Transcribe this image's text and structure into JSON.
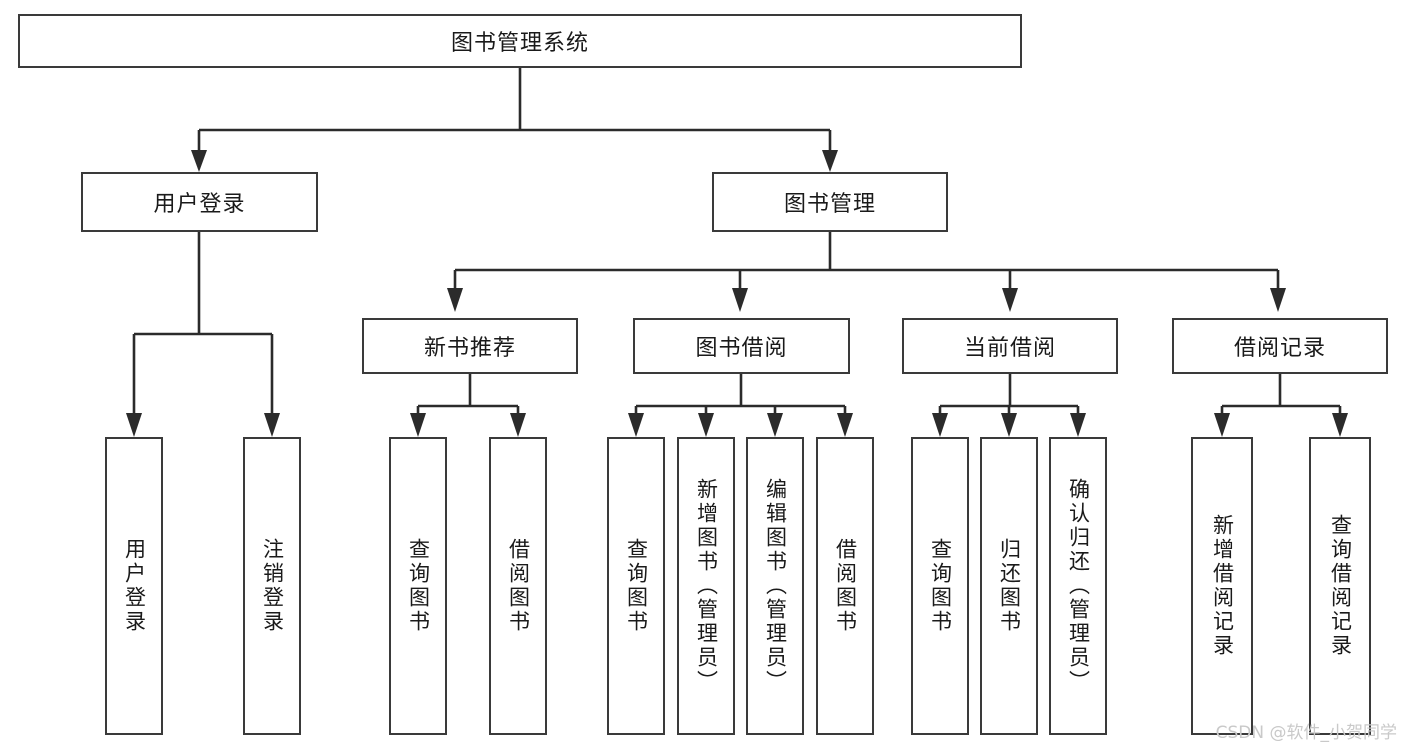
{
  "diagram": {
    "type": "tree-hierarchy",
    "root": {
      "label": "图书管理系统"
    },
    "level2": [
      {
        "label": "用户登录"
      },
      {
        "label": "图书管理"
      }
    ],
    "level3": [
      {
        "label": "新书推荐"
      },
      {
        "label": "图书借阅"
      },
      {
        "label": "当前借阅"
      },
      {
        "label": "借阅记录"
      }
    ],
    "leaves": {
      "user_login": [
        {
          "label": "用户登录"
        },
        {
          "label": "注销登录"
        }
      ],
      "new_book_recommend": [
        {
          "label": "查询图书"
        },
        {
          "label": "借阅图书"
        }
      ],
      "book_borrow": [
        {
          "label": "查询图书"
        },
        {
          "label": "新增图书（管理员）"
        },
        {
          "label": "编辑图书（管理员）"
        },
        {
          "label": "借阅图书"
        }
      ],
      "current_borrow": [
        {
          "label": "查询图书"
        },
        {
          "label": "归还图书"
        },
        {
          "label": "确认归还（管理员）"
        }
      ],
      "borrow_record": [
        {
          "label": "新增借阅记录"
        },
        {
          "label": "查询借阅记录"
        }
      ]
    }
  },
  "watermark": {
    "text": "CSDN @软件_小贺同学"
  },
  "colors": {
    "box_border": "#3a3a3a",
    "connector": "#2b2b2b",
    "background": "#ffffff",
    "text": "#1a1a1a",
    "watermark": "#c9c9c9"
  }
}
